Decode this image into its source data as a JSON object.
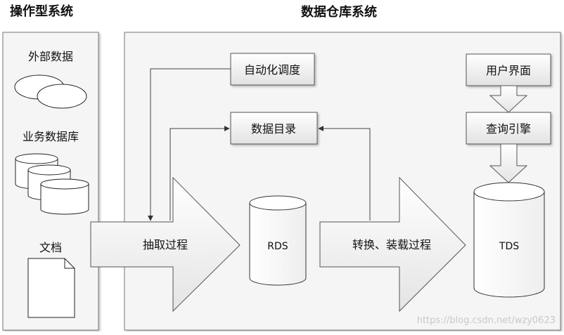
{
  "titles": {
    "operational": "操作型系统",
    "warehouse": "数据仓库系统"
  },
  "sources": {
    "external": "外部数据",
    "business_db": "业务数据库",
    "documents": "文档"
  },
  "processes": {
    "extract": "抽取过程",
    "transform_load": "转换、装载过程"
  },
  "boxes": {
    "scheduler": "自动化调度",
    "catalog": "数据目录",
    "ui": "用户界面",
    "query_engine": "查询引擎"
  },
  "stores": {
    "rds": "RDS",
    "tds": "TDS"
  },
  "watermark": "https://blog.csdn.net/wzy0623"
}
